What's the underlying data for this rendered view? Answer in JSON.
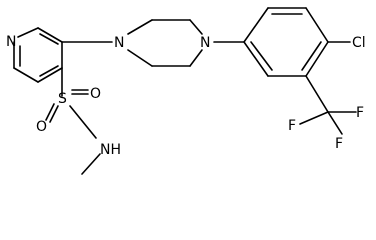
{
  "molecule": {
    "atoms": {
      "pyridine_n": "N",
      "piperazine_n1": "N",
      "piperazine_n2": "N",
      "chlorine": "Cl",
      "sulfur": "S",
      "oxygen_top": "O",
      "oxygen_bottom": "O",
      "sulfonamide_nh": "NH",
      "fluorine_1": "F",
      "fluorine_2": "F",
      "fluorine_3": "F"
    }
  }
}
